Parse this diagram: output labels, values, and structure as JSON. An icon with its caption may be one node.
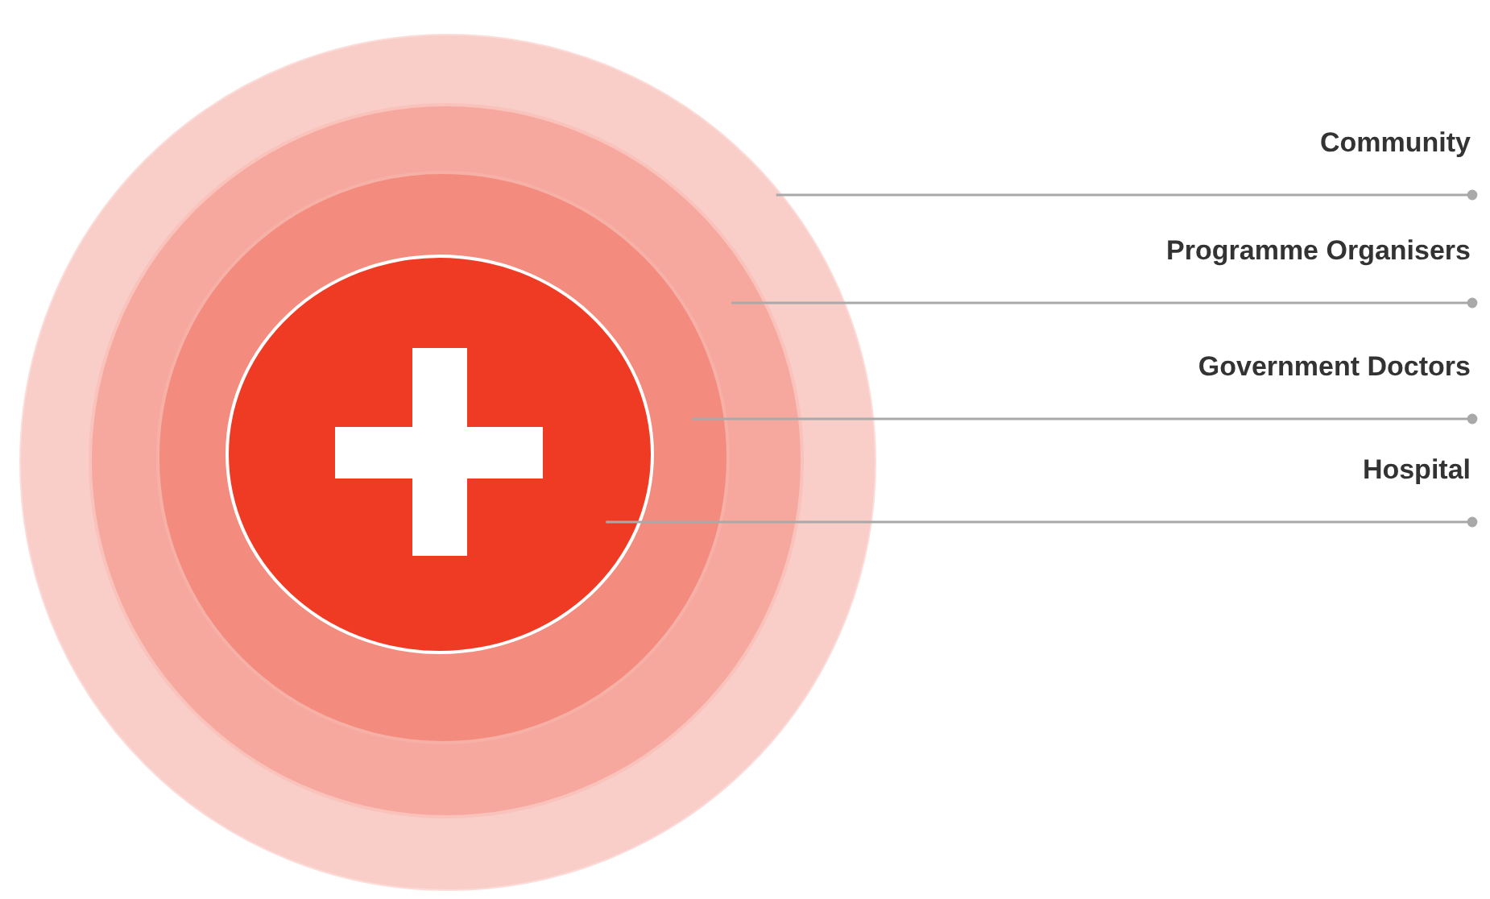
{
  "diagram": {
    "nodes": [
      {
        "text": [],
        "shape": "circle"
      },
      {
        "text": [],
        "shape": "circle",
        "in": 0
      },
      {
        "text": [],
        "shape": "circle",
        "in": 1
      },
      {
        "text": [],
        "shape": "circle",
        "in": 2
      },
      {
        "text": [
          "Community"
        ]
      },
      {
        "text": [
          "Programme Organisers"
        ]
      },
      {
        "text": [
          "Government Doctors"
        ]
      },
      {
        "text": [
          "Hospital"
        ]
      }
    ],
    "edges": [
      {
        "from": 4,
        "to": 0,
        "arrow": "other"
      },
      {
        "from": 5,
        "to": 1,
        "arrow": "other"
      },
      {
        "from": 6,
        "to": 2,
        "arrow": "other"
      },
      {
        "from": 7,
        "to": 3,
        "arrow": "other"
      }
    ]
  }
}
